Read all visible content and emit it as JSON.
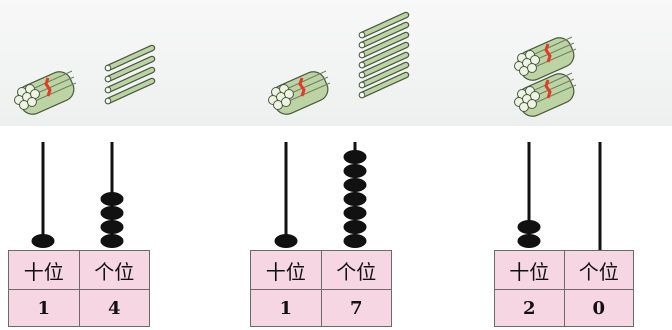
{
  "columns": {
    "tens": "十位",
    "ones": "个位"
  },
  "groups": [
    {
      "tens_value": "1",
      "ones_value": "4",
      "bundles": 1,
      "sticks": 4
    },
    {
      "tens_value": "1",
      "ones_value": "7",
      "bundles": 1,
      "sticks": 7
    },
    {
      "tens_value": "2",
      "ones_value": "0",
      "bundles": 2,
      "sticks": 0
    }
  ],
  "colors": {
    "table_fill": "#f6d6e3",
    "stick_green": "#bcd3a4",
    "bead_black": "#111111",
    "tie_red": "#e33b2a"
  }
}
